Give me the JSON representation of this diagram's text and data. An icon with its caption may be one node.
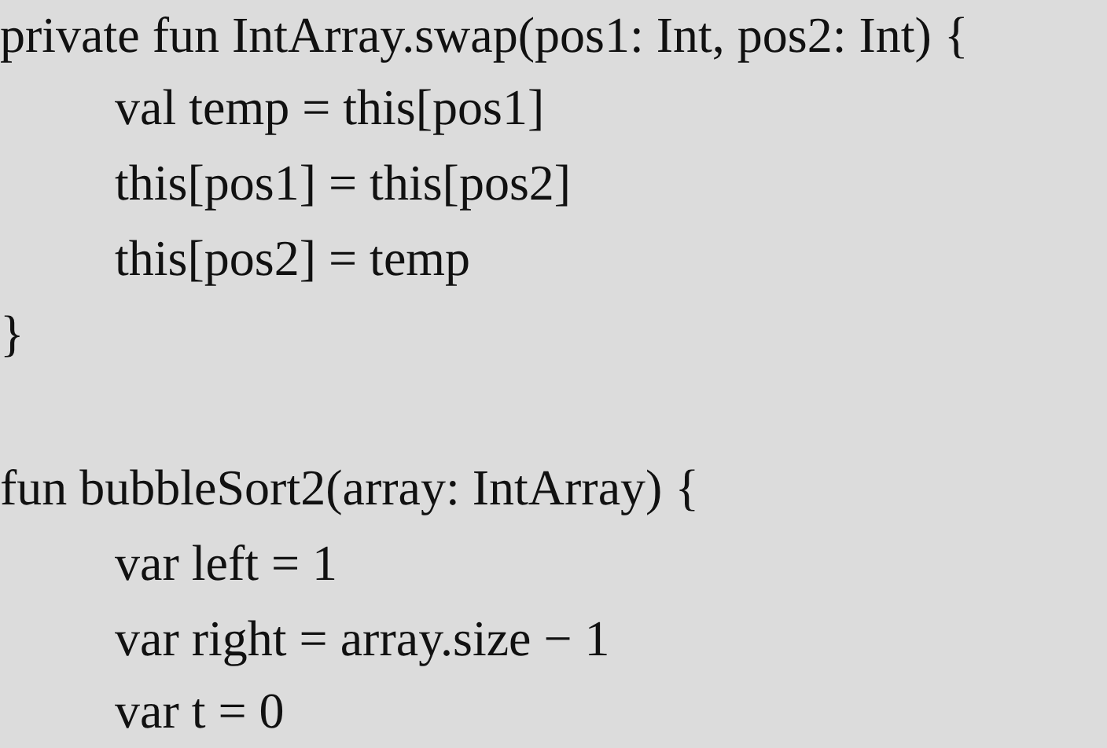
{
  "diagram": {
    "labels": [
      "private fun IntArray.swap(pos1: Int, pos2: Int) {",
      "val temp = this[pos1]",
      "this[pos1] = this[pos2]",
      "this[pos2] = temp",
      "}",
      "fun bubbleSort2(array: IntArray) {",
      "var left = 1",
      "var right = array.size − 1",
      "var t = 0"
    ]
  }
}
